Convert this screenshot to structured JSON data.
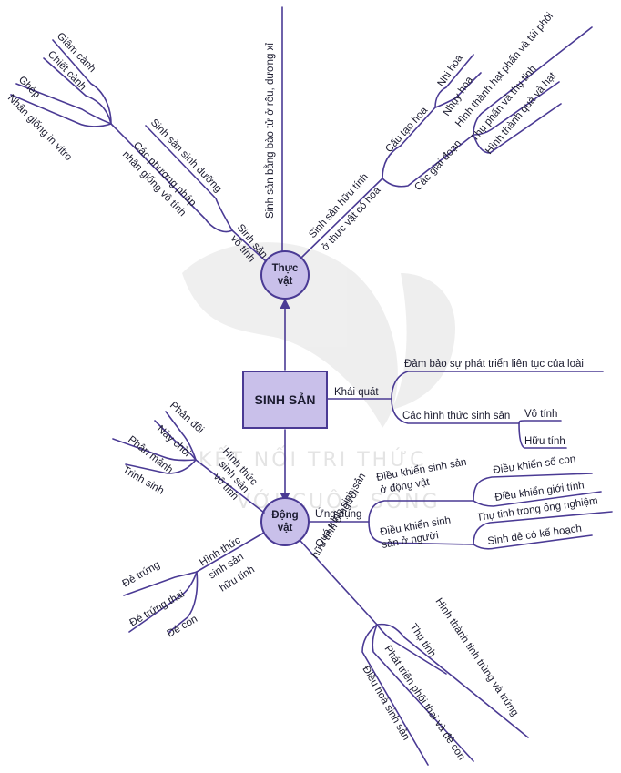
{
  "watermark": {
    "line1": "KẾT NỐI TRI THỨC",
    "line2": "VỚI CUỘC SỐNG",
    "color": "#d6d6d6"
  },
  "colors": {
    "line": "#4a3a94",
    "node_fill": "#c9c0ea",
    "root_fill": "#c9c0ea"
  },
  "root": {
    "label": "SINH SẢN"
  },
  "general": {
    "label": "Khái quát",
    "items": {
      "continuity": "Đảm bảo sự phát triển liên tục của loài",
      "forms": "Các hình thức sinh sản",
      "asexual": "Vô tính",
      "sexual": "Hữu tính"
    }
  },
  "plant": {
    "label": "Thực vật",
    "label_line1": "Thực",
    "label_line2": "vật",
    "spores": "Sinh sản bằng bào tử ở rêu, dương xỉ",
    "asexual": {
      "label_line1": "Sinh sản",
      "label_line2": "vô tính",
      "vegetative": "Sinh sản sinh dưỡng",
      "methods_line1": "Các phương pháp",
      "methods_line2": "nhân giống vô tính",
      "methods": [
        "Giâm cành",
        "Chiết cành",
        "Ghép",
        "Nhân giống in vitro"
      ]
    },
    "sexual": {
      "label_line1": "Sinh sản hữu tính",
      "label_line2": "ở thực vật có hoa",
      "structure": "Cấu tạo hoa",
      "structure_items": [
        "Nhị hoa",
        "Nhụy hoa"
      ],
      "stages": "Các giai đoạn",
      "stage_items": [
        "Hình thành hạt phấn và túi phôi",
        "Thụ phấn và thụ tinh",
        "Hình thành quả và hạt"
      ]
    }
  },
  "animal": {
    "label": "Động vật",
    "label_line1": "Động",
    "label_line2": "vật",
    "asexual": {
      "label_line1": "Hình thức",
      "label_line2": "sinh sản",
      "label_line3": "vô tính",
      "items": [
        "Phân đôi",
        "Nảy chồi",
        "Phân mảnh",
        "Trinh sinh"
      ]
    },
    "sexual": {
      "label_line1": "Hình thức",
      "label_line2": "sinh sản",
      "label_line3": "hữu tính",
      "items": [
        "Đẻ trứng",
        "Đẻ trứng thai",
        "Đẻ con"
      ]
    },
    "application": {
      "label": "Ứng dụng",
      "animal_control_line1": "Điều khiển sinh sản",
      "animal_control_line2": "ở động vật",
      "animal_items": [
        "Điều khiển số con",
        "Điều khiển giới tính"
      ],
      "human_control_line1": "Điều khiển sinh",
      "human_control_line2": "sản ở người",
      "human_items": [
        "Thụ tinh trong ống nghiệm",
        "Sinh đẻ có kế hoạch"
      ]
    },
    "human_process": {
      "label_line1": "Quá trình sinh sản",
      "label_line2": "hữu tính ở người",
      "items": [
        "Hình thành tinh trùng và trứng",
        "Thụ tinh",
        "Phát triển phôi thai và đẻ con",
        "Điều hoà sinh sản"
      ]
    }
  }
}
